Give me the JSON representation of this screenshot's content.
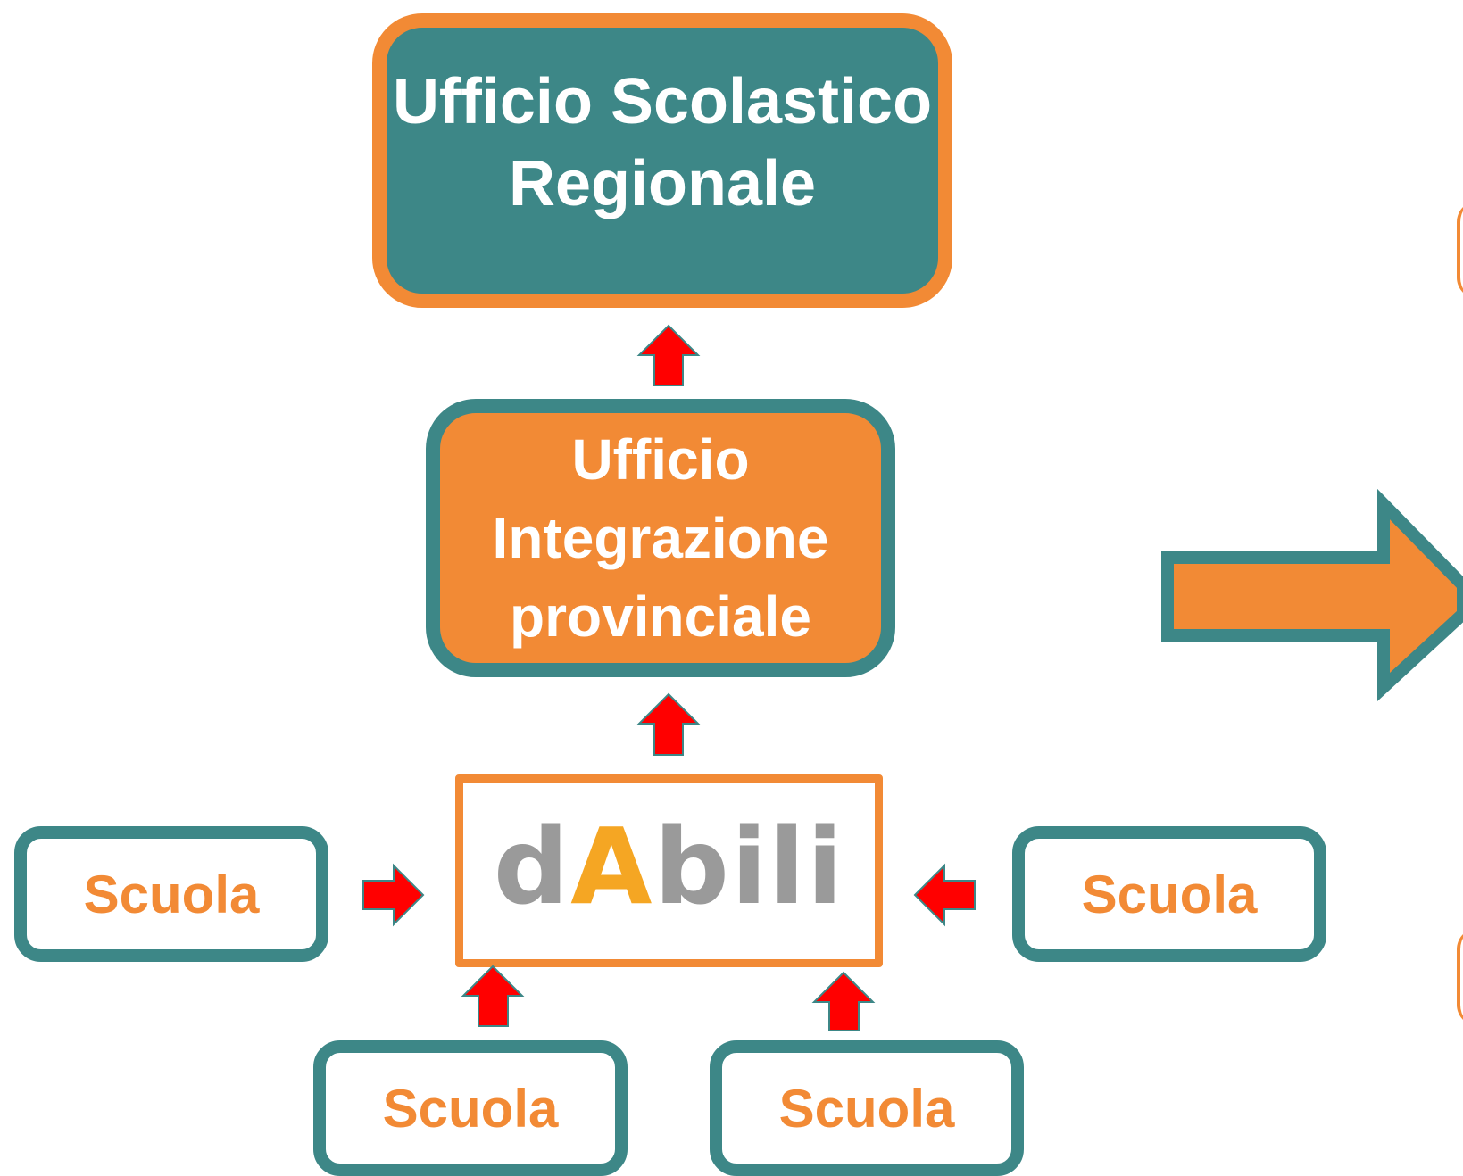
{
  "colors": {
    "teal": "#3d8787",
    "orange": "#f28a35",
    "red_arrow": "#ff0000",
    "logo_gray": "#9a9a9a",
    "logo_accent": "#f5a623"
  },
  "nodes": {
    "regional_office": {
      "label": "Ufficio Scolastico\nRegionale"
    },
    "provincial_office": {
      "label": "Ufficio\nIntegrazione\nprovinciale"
    },
    "platform": {
      "logo_prefix": "d",
      "logo_accent": "A",
      "logo_suffix": "bili"
    },
    "schools": [
      {
        "label": "Scuola"
      },
      {
        "label": "Scuola"
      },
      {
        "label": "Scuola"
      },
      {
        "label": "Scuola"
      }
    ]
  },
  "icons": {
    "small_arrows": "red-block-arrow-icon",
    "big_arrow": "orange-right-arrow-icon"
  }
}
